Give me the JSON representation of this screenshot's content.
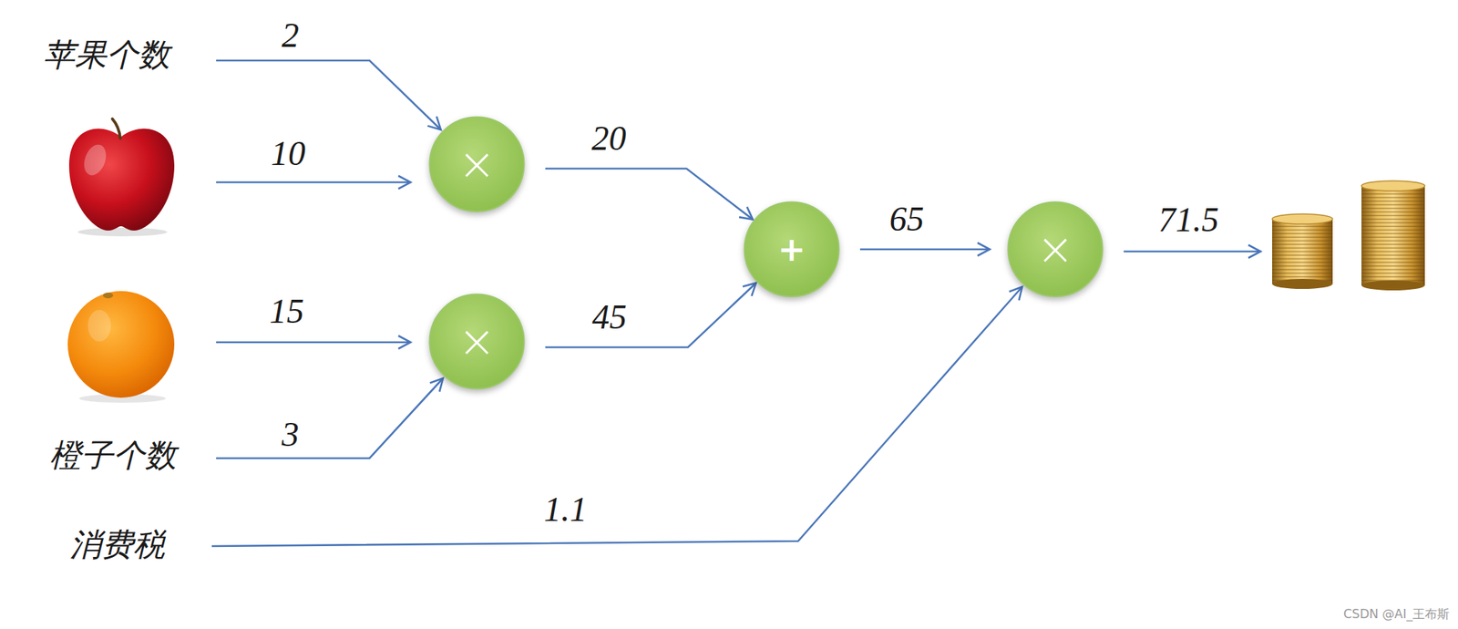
{
  "diagram": {
    "nodes": [
      {
        "text": [
          "×"
        ]
      },
      {
        "text": [
          "×"
        ]
      },
      {
        "text": [
          "+"
        ]
      },
      {
        "text": [
          "×"
        ]
      }
    ],
    "edges": [
      {
        "from": 0,
        "to": 2,
        "arrow": "to",
        "label": "20"
      },
      {
        "from": 1,
        "to": 2,
        "arrow": "to",
        "label": "45"
      },
      {
        "from": 2,
        "to": 3,
        "arrow": "to",
        "label": "65"
      }
    ],
    "labels": [
      "苹果个数",
      "2",
      "10",
      "15",
      "橙子个数",
      "3",
      "消费税",
      "1.1",
      "71.5",
      "CSDN @AI_王布斯"
    ]
  }
}
